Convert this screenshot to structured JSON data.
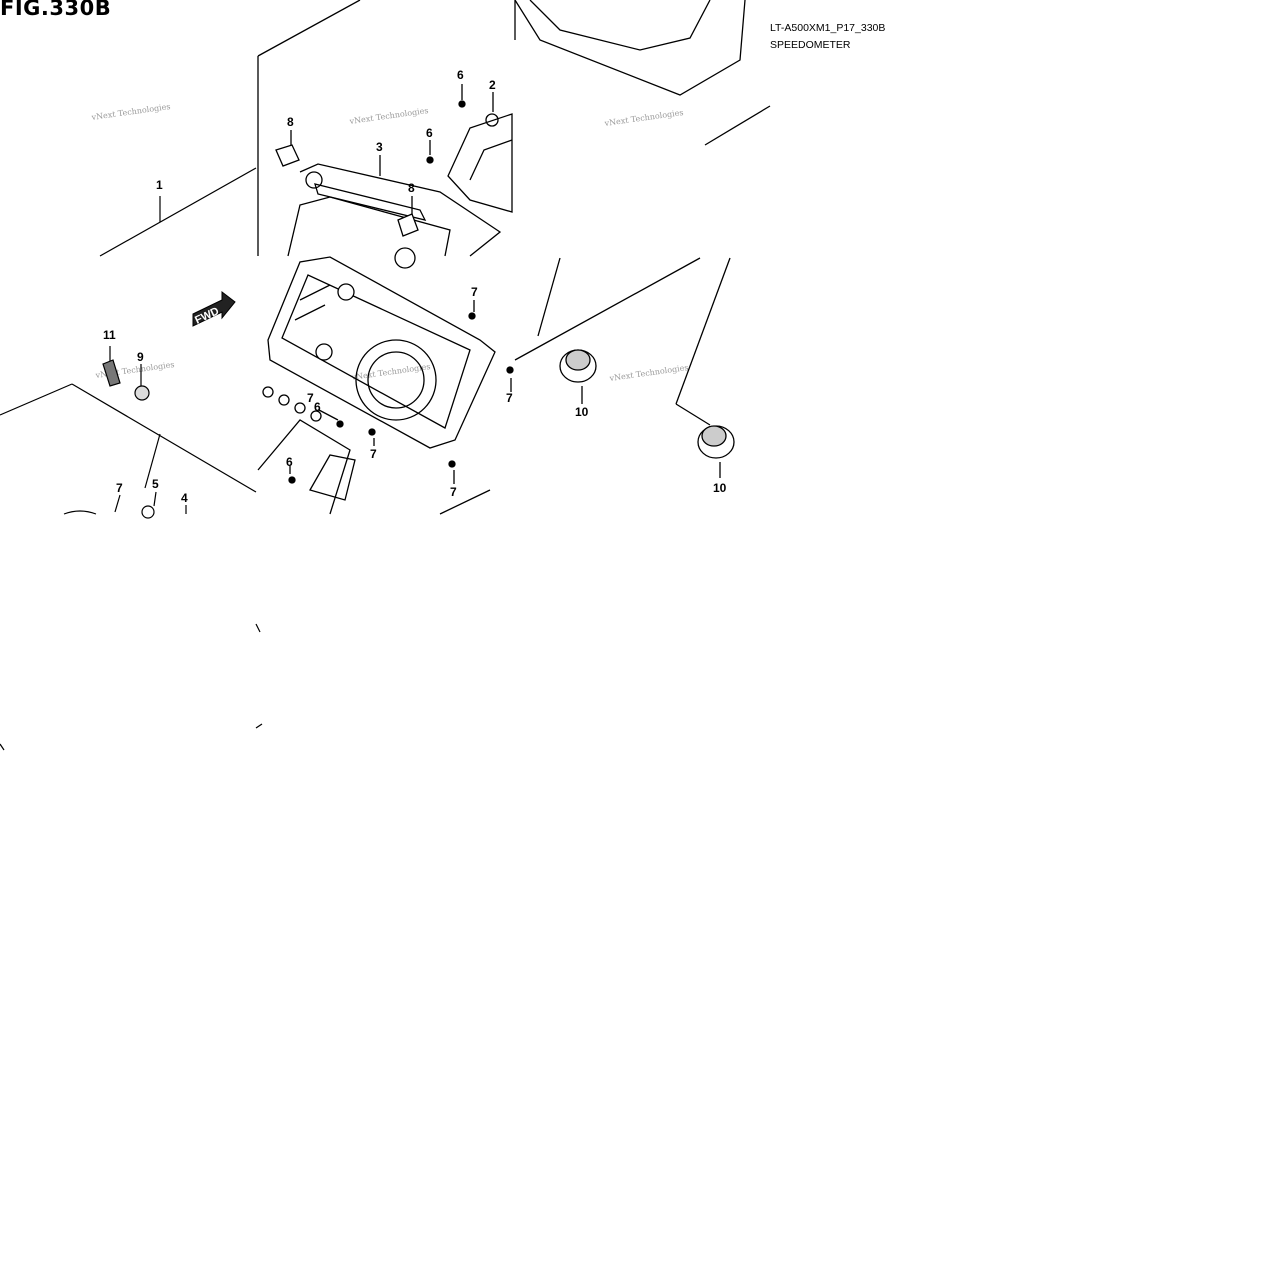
{
  "header": {
    "figure_number": "FIG.330B",
    "model_code": "LT-A500XM1_P17_330B",
    "section_name": "SPEEDOMETER"
  },
  "direction_marker": "FWD",
  "watermark": "vNext Technologies",
  "callouts": [
    "1",
    "2",
    "3",
    "4",
    "5",
    "6",
    "7",
    "8",
    "9",
    "10",
    "11"
  ]
}
